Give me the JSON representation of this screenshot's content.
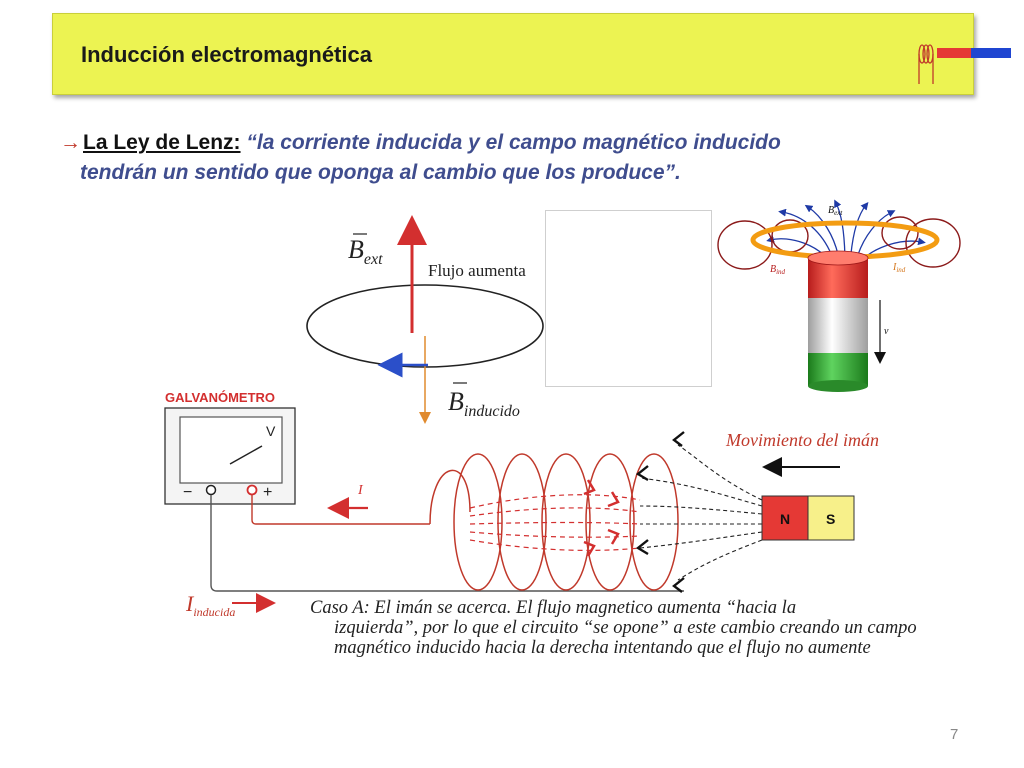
{
  "slide": {
    "title": "Inducción electromagnética",
    "page_number": "7",
    "lenz": {
      "arrow": "→",
      "heading": "La Ley de Lenz:",
      "quote_line1": " “la corriente inducida y el campo magnético inducido",
      "quote_line2": "tendrán un sentido que oponga al cambio que los produce”."
    }
  },
  "loop_diagram": {
    "b_ext_symbol": "B",
    "b_ext_sub": "ext",
    "flux_label": "Flujo aumenta",
    "b_ind_symbol": "B",
    "b_ind_sub": "inducido"
  },
  "magnet_figure": {
    "b_ext_label": "B",
    "b_ext_sub": "ext",
    "b_ind_label": "B",
    "b_ind_sub": "ind",
    "i_ind_label": "I",
    "i_ind_sub": "ind",
    "velocity_label": "v"
  },
  "circuit": {
    "galvanometer_label": "GALVANÓMETRO",
    "meter_v": "V",
    "minus": "−",
    "plus": "+",
    "current_label": "I",
    "magnet_motion_label": "Movimiento del imán",
    "magnet_n": "N",
    "magnet_s": "S",
    "i_induced_symbol": "I",
    "i_induced_sub": "inducida"
  },
  "caso": {
    "first_line": "Caso A: El imán se acerca. El flujo magnetico aumenta “hacia la",
    "rest": "izquierda”, por lo que el circuito “se opone” a este cambio creando un campo magnético inducido hacia la derecha intentando que el flujo no aumente"
  },
  "colors": {
    "title_bg": "#ecf352",
    "lenz_text": "#3f4d8e",
    "red": "#d32f2f",
    "coil": "#c0392b",
    "blue": "#2b4fc9",
    "magnet_n": "#e53935",
    "magnet_s": "#f7f08a"
  }
}
